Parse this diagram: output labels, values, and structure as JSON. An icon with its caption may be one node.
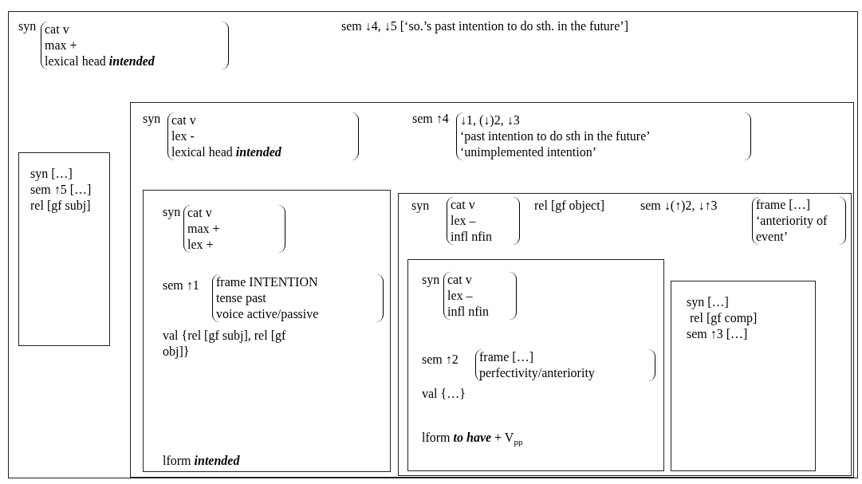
{
  "diagram": {
    "nodes": [
      {
        "text": [
          "syn",
          "cat v",
          "max +",
          "lexical head **intended**",
          "sem ↓4, ↓5 [‘so.’s past intention to do sth. in the future’]"
        ]
      },
      {
        "text": [
          "syn  […]",
          "sem ↑5 […]",
          "rel [gf subj]"
        ],
        "in": 0
      },
      {
        "text": [
          "syn",
          "cat v",
          "lex -",
          "lexical head **intended**",
          "sem ↑4",
          "↓1, (↓)2, ↓3",
          "‘past intention to do sth in the future’",
          "‘unimplemented intention’"
        ],
        "in": 0
      },
      {
        "text": [
          "syn",
          "cat v",
          "max +",
          "lex +",
          "sem  ↑1",
          "frame INTENTION",
          "tense past",
          "voice active/passive",
          "val {rel [gf subj], rel [gf obj]}",
          "lform **intended**"
        ],
        "in": 2
      },
      {
        "text": [
          "syn",
          "cat v",
          "lex –",
          "infl nfin",
          "rel [gf object]",
          "sem ↓(↑)2, ↓↑3",
          "frame […]",
          "‘anteriority of event’"
        ],
        "in": 2
      },
      {
        "text": [
          "syn",
          "cat v",
          "lex –",
          "infl nfin",
          "sem ↑2",
          "frame […]",
          "perfectivity/anteriority",
          "val {…}",
          "lform **to have** + V$_{pp}$"
        ],
        "in": 4
      },
      {
        "text": [
          "syn […]",
          "rel [gf comp]",
          "sem ↑3 […]"
        ],
        "in": 4
      }
    ]
  }
}
